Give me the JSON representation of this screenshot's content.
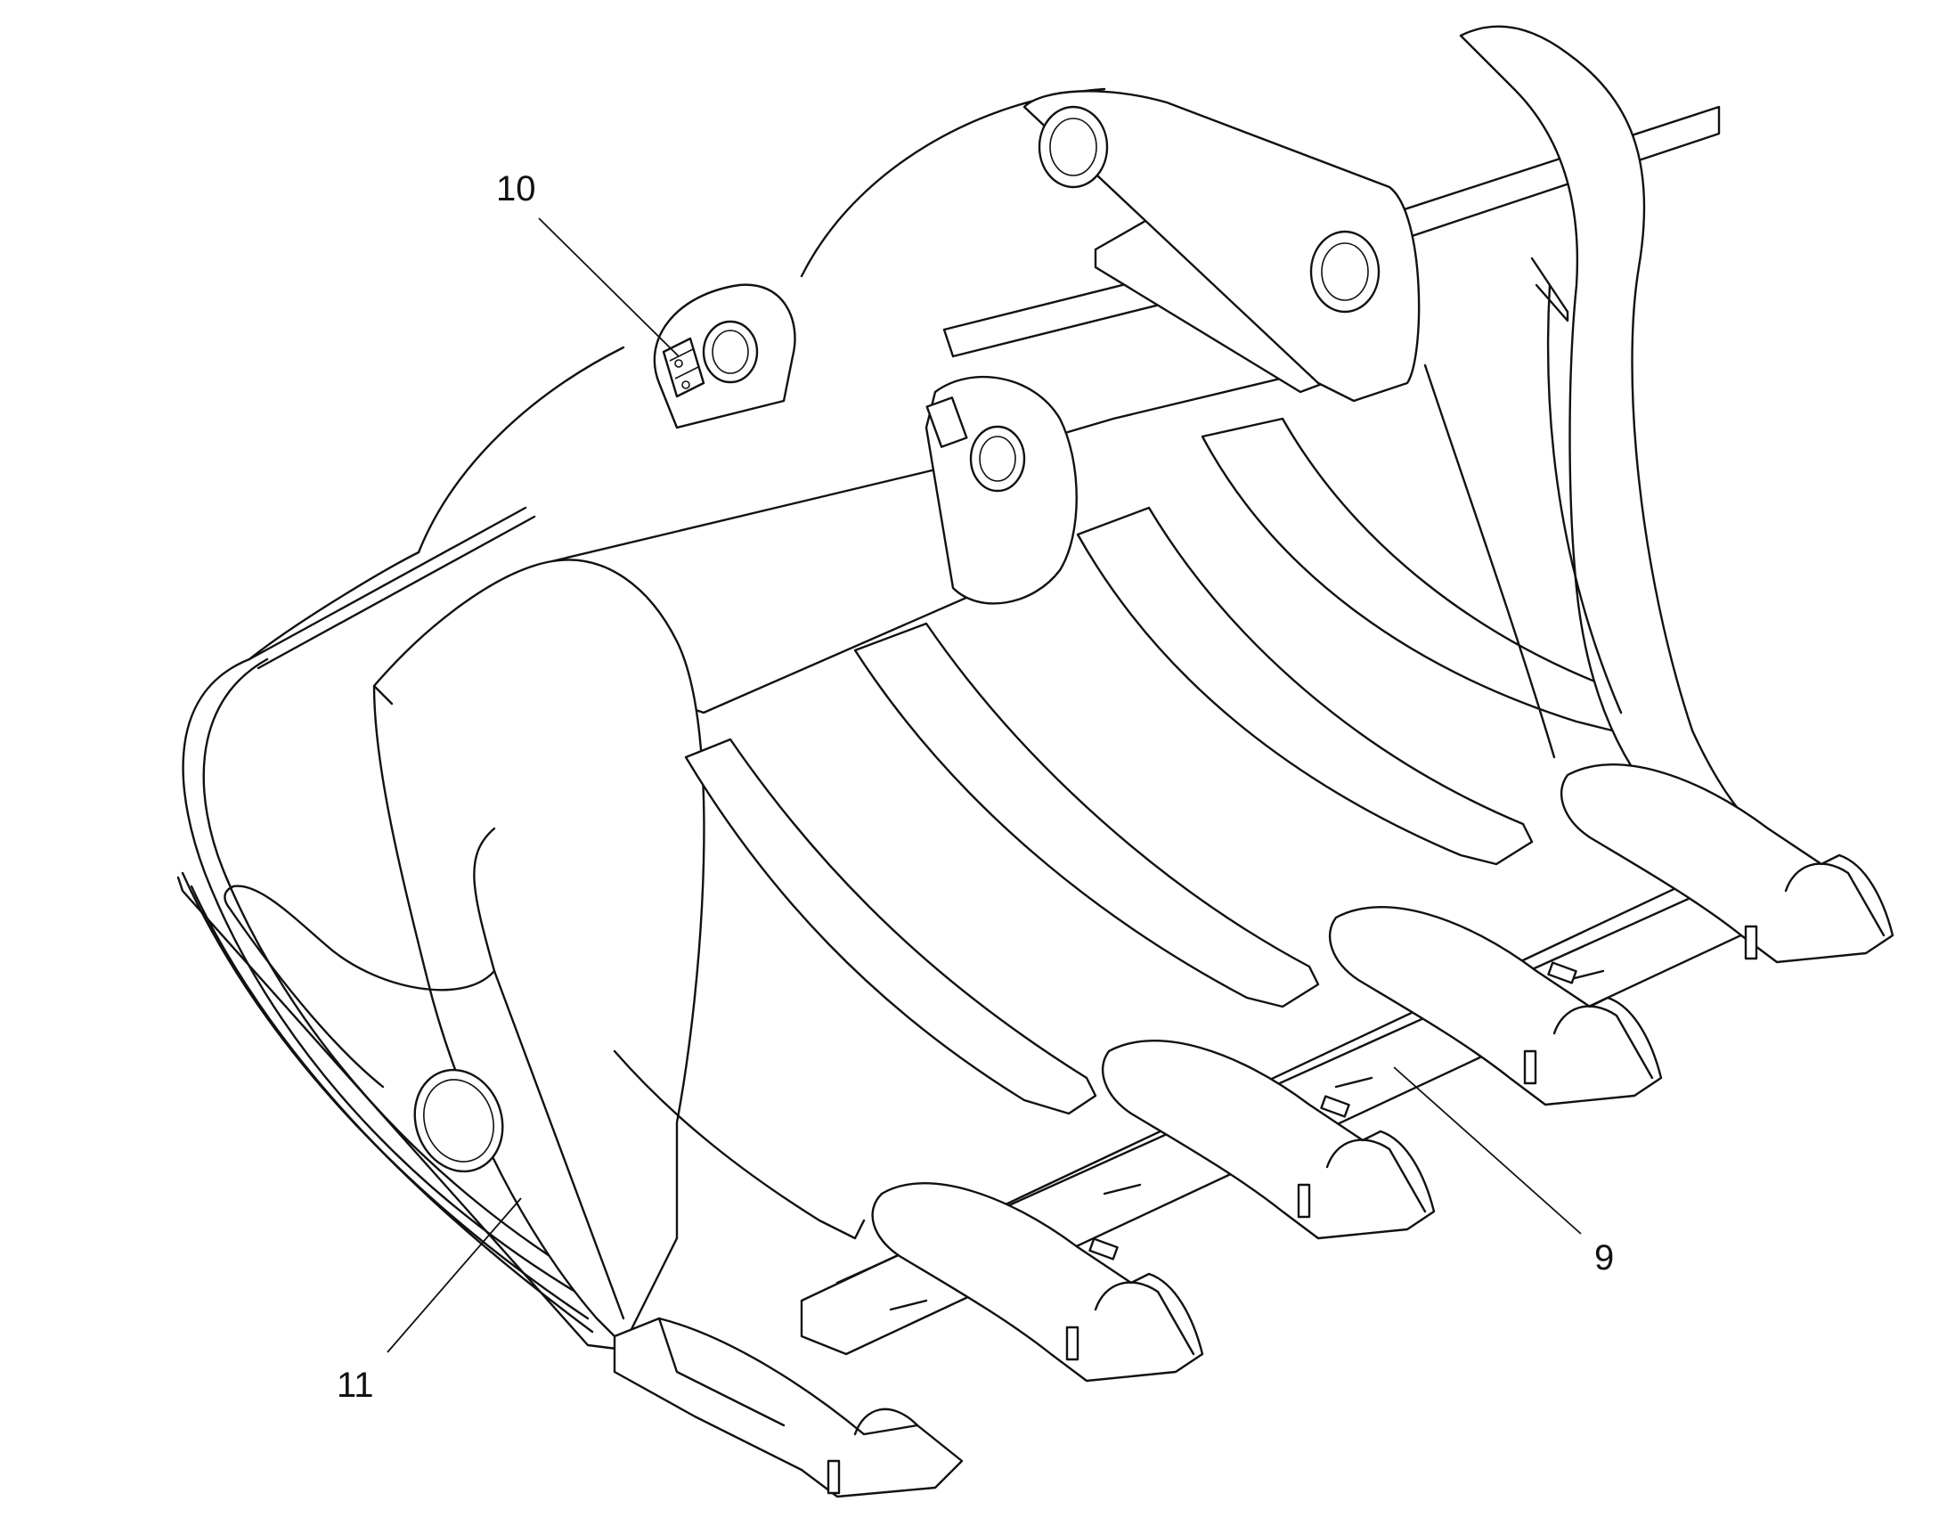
{
  "callouts": [
    {
      "id": "10",
      "label": "10"
    },
    {
      "id": "9",
      "label": "9"
    },
    {
      "id": "11",
      "label": "11"
    }
  ]
}
